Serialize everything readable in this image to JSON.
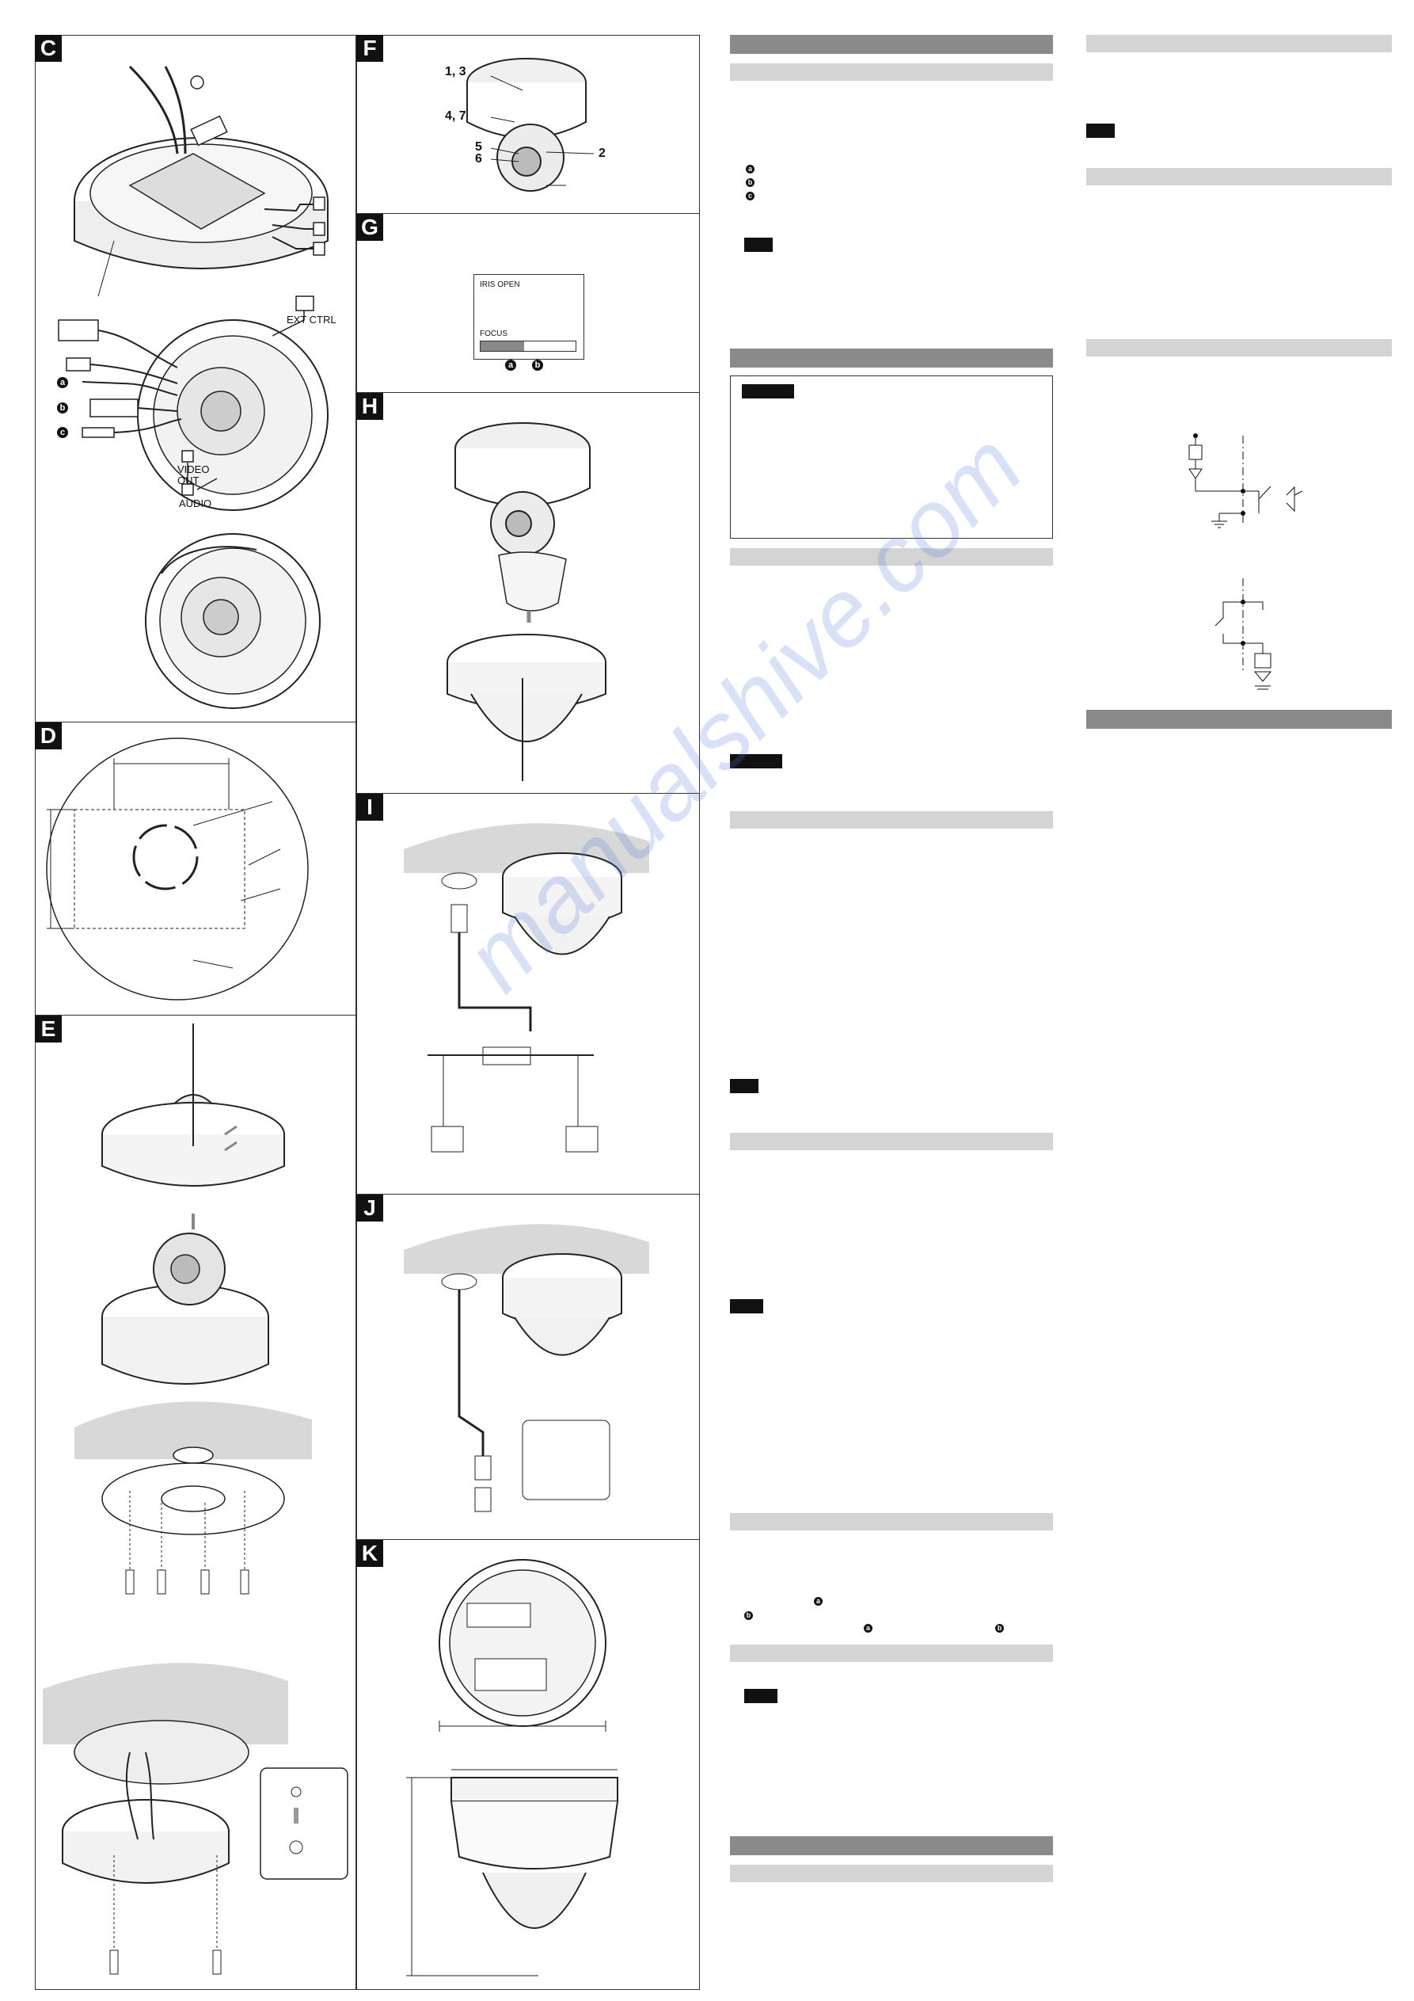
{
  "panels": {
    "c": {
      "label": "C",
      "connectors": {
        "ext_ctrl": "EXT CTRL",
        "video_out": "VIDEO\nOUT",
        "audio": "AUDIO"
      },
      "bullets": [
        "a",
        "b",
        "c"
      ]
    },
    "d": {
      "label": "D"
    },
    "e": {
      "label": "E"
    },
    "f": {
      "label": "F",
      "callouts": {
        "c13": "1, 3",
        "c47": "4, 7",
        "c5": "5",
        "c6": "6",
        "c2": "2"
      }
    },
    "g": {
      "label": "G",
      "screen": {
        "iris": "IRIS OPEN",
        "focus": "FOCUS"
      },
      "bullets": [
        "a",
        "b"
      ]
    },
    "h": {
      "label": "H"
    },
    "i": {
      "label": "I"
    },
    "j": {
      "label": "J"
    },
    "k": {
      "label": "K"
    }
  },
  "text_column": {
    "bullets_list": [
      "a",
      "b",
      "c"
    ],
    "inline_bullets": [
      "a",
      "b",
      "a",
      "b"
    ]
  },
  "watermark": "manualshive.com"
}
